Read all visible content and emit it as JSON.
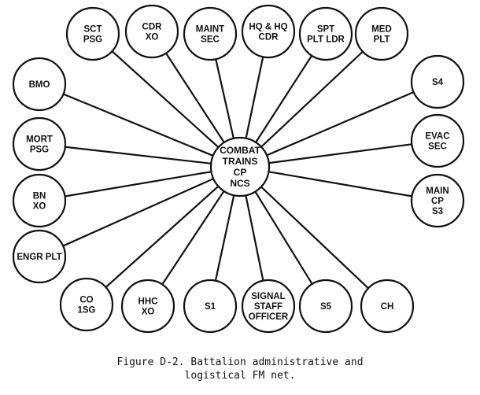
{
  "diagram": {
    "hub": {
      "lines": [
        "COMBAT",
        "TRAINS",
        "CP",
        "NCS"
      ]
    },
    "nodes": [
      {
        "id": "sct-psg",
        "lines": [
          "SCT",
          "PSG"
        ]
      },
      {
        "id": "cdr-xo",
        "lines": [
          "CDR",
          "XO"
        ]
      },
      {
        "id": "maint-sec",
        "lines": [
          "MAINT",
          "SEC"
        ]
      },
      {
        "id": "hq-cdr",
        "lines": [
          "HQ & HQ",
          "CDR"
        ]
      },
      {
        "id": "spt-plt-ldr",
        "lines": [
          "SPT",
          "PLT LDR"
        ]
      },
      {
        "id": "med-plt",
        "lines": [
          "MED",
          "PLT"
        ]
      },
      {
        "id": "bmo",
        "lines": [
          "BMO"
        ]
      },
      {
        "id": "s4",
        "lines": [
          "S4"
        ]
      },
      {
        "id": "mort-psg",
        "lines": [
          "MORT",
          "PSG"
        ]
      },
      {
        "id": "evac-sec",
        "lines": [
          "EVAC",
          "SEC"
        ]
      },
      {
        "id": "bn-xo",
        "lines": [
          "BN",
          "XO"
        ]
      },
      {
        "id": "main-cp-s3",
        "lines": [
          "MAIN",
          "CP",
          "S3"
        ]
      },
      {
        "id": "engr-plt",
        "lines": [
          "ENGR PLT"
        ]
      },
      {
        "id": "co-1sg",
        "lines": [
          "CO",
          "1SG"
        ]
      },
      {
        "id": "hhc-xo",
        "lines": [
          "HHC",
          "XO"
        ]
      },
      {
        "id": "s1",
        "lines": [
          "S1"
        ]
      },
      {
        "id": "signal-staff-officer",
        "lines": [
          "SIGNAL",
          "STAFF",
          "OFFICER"
        ]
      },
      {
        "id": "s5",
        "lines": [
          "S5"
        ]
      },
      {
        "id": "ch",
        "lines": [
          "CH"
        ]
      }
    ]
  },
  "caption": {
    "line1": "Figure D-2. Battalion administrative and",
    "line2": "logistical FM net."
  }
}
